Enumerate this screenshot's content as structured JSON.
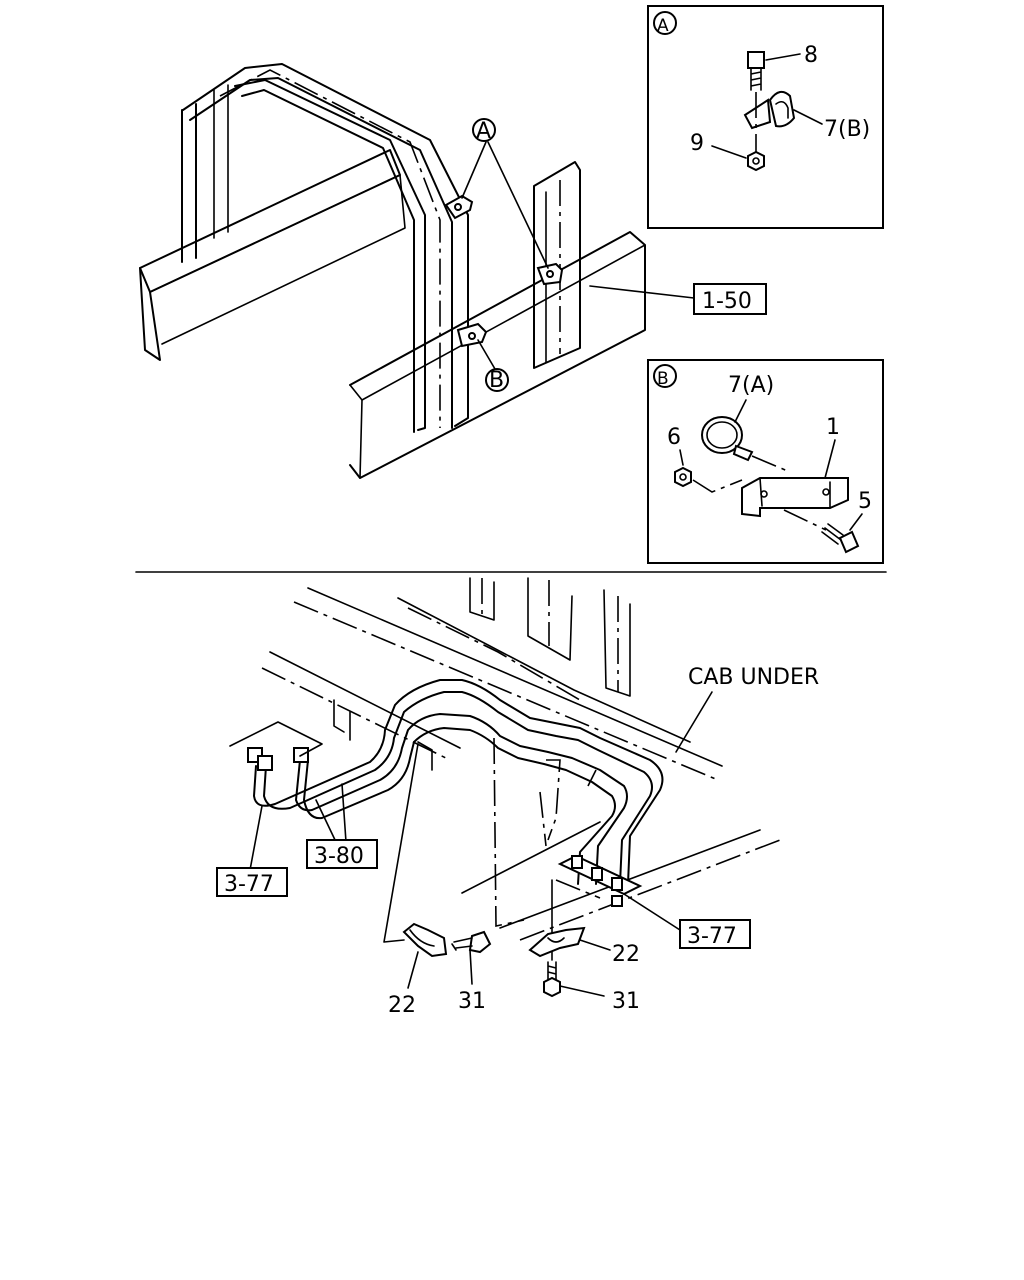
{
  "labels": {
    "callout_a": "A",
    "callout_b": "B",
    "ref_1_50": "1-50",
    "ref_3_77_left": "3-77",
    "ref_3_80": "3-80",
    "ref_3_77_right": "3-77",
    "cab_under": "CAB UNDER"
  },
  "detail_a": {
    "title": "A",
    "part_8": "8",
    "part_7b": "7(B)",
    "part_9": "9"
  },
  "detail_b": {
    "title": "B",
    "part_7a": "7(A)",
    "part_1": "1",
    "part_6": "6",
    "part_5": "5"
  },
  "lower": {
    "part_22_left": "22",
    "part_31_left": "31",
    "part_22_right": "22",
    "part_31_right": "31"
  }
}
